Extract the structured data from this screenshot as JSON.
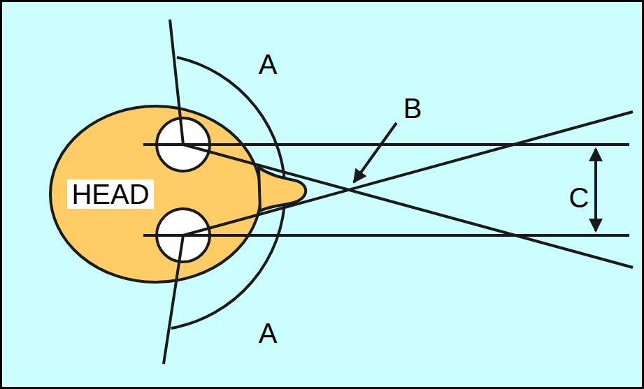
{
  "diagram": {
    "nodes": [
      {
        "text": [
          "HEAD"
        ]
      }
    ],
    "labels": [
      "A",
      "B",
      "C",
      "A"
    ]
  }
}
